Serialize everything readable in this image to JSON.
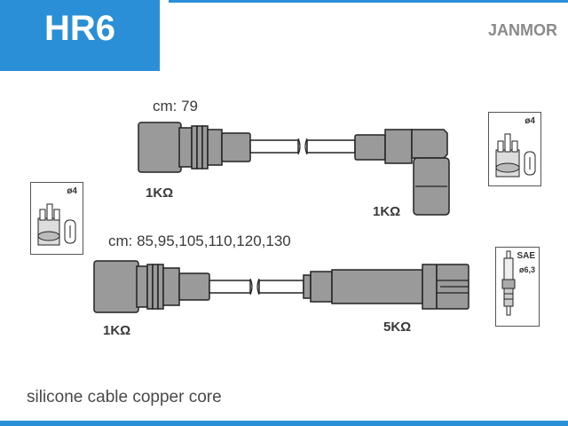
{
  "header": {
    "code": "HR6",
    "brand": "JANMOR",
    "accent_color": "#2a8fd6"
  },
  "cable1": {
    "length_label": "cm: 79",
    "left_resistance": "1KΩ",
    "right_resistance": "1KΩ"
  },
  "cable2": {
    "length_label": "cm: 85,95,105,110,120,130",
    "left_resistance": "1KΩ",
    "right_resistance": "5KΩ"
  },
  "side_panels": {
    "distributor_left": {
      "label": "ø4",
      "icon": "distributor-cap-icon"
    },
    "distributor_right": {
      "label": "ø4",
      "icon": "distributor-cap-icon"
    },
    "spark_plug": {
      "label_top": "SAE",
      "label_bottom": "ø6,3",
      "icon": "spark-plug-icon"
    }
  },
  "footer": {
    "text": "silicone cable copper core"
  }
}
